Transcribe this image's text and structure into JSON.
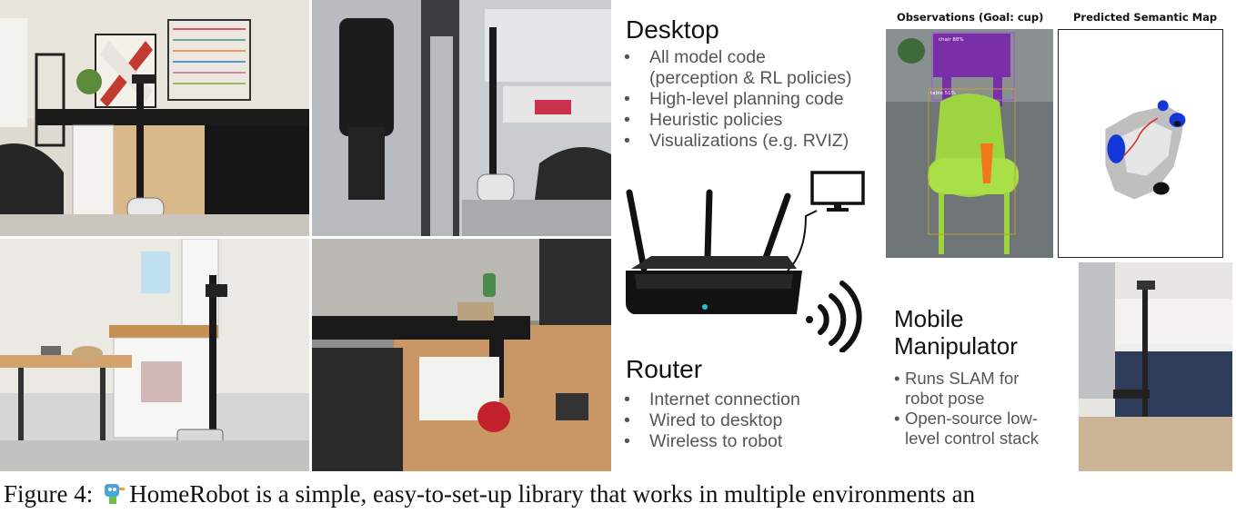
{
  "photos": {
    "top_left": "office-kitchen-robot",
    "top_mid": "lab-hallway-robot",
    "bottom_left": "kitchen-sink-robot",
    "bottom_mid": "desk-mug-grasp",
    "bottom_right": "home-kitchen-robot"
  },
  "desktop": {
    "title": "Desktop",
    "items": [
      {
        "line1": "All model code",
        "line2": "(perception & RL policies)"
      },
      {
        "line1": "High-level planning code",
        "line2": ""
      },
      {
        "line1": "Heuristic policies",
        "line2": ""
      },
      {
        "line1": "Visualizations (e.g. RVIZ)",
        "line2": ""
      }
    ]
  },
  "router": {
    "title": "Router",
    "items": [
      {
        "line1": "Internet connection"
      },
      {
        "line1": "Wired to desktop"
      },
      {
        "line1": "Wireless to robot"
      }
    ]
  },
  "mobile": {
    "title_line1": "Mobile",
    "title_line2": "Manipulator",
    "items": [
      {
        "line1": "Runs SLAM for",
        "line2": "robot pose"
      },
      {
        "line1": "Open-source low-",
        "line2": "level control stack"
      }
    ]
  },
  "observations": {
    "title": "Observations (Goal: cup)",
    "det_chair": "chair 88%",
    "det_table": "table 51%"
  },
  "semantic_map": {
    "title": "Predicted Semantic Map"
  },
  "caption": {
    "prefix": "Figure 4:",
    "text": "HomeRobot is a simple, easy-to-set-up library that works in multiple environments an"
  },
  "icons": {
    "wifi": "wifi-signal-icon",
    "monitor": "monitor-icon",
    "router": "router-icon",
    "logo": "homerobot-logo-icon"
  }
}
